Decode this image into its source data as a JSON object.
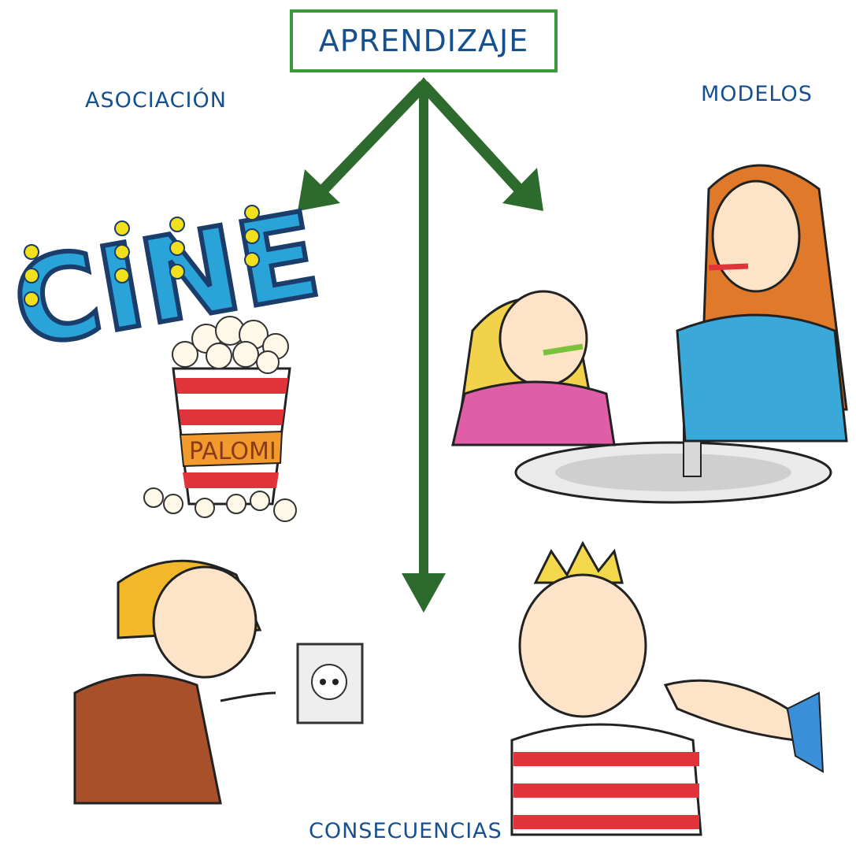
{
  "title": "APRENDIZAJE",
  "branches": {
    "left": "ASOCIACIÓN",
    "right": "MODELOS",
    "bottom": "CONSECUENCIAS"
  },
  "colors": {
    "arrow": "#2d6a2d",
    "title_border": "#3a9a3a",
    "text": "#16508f"
  },
  "illustrations": {
    "cinema_sign": "CINE",
    "popcorn_label": "PALOMI"
  }
}
